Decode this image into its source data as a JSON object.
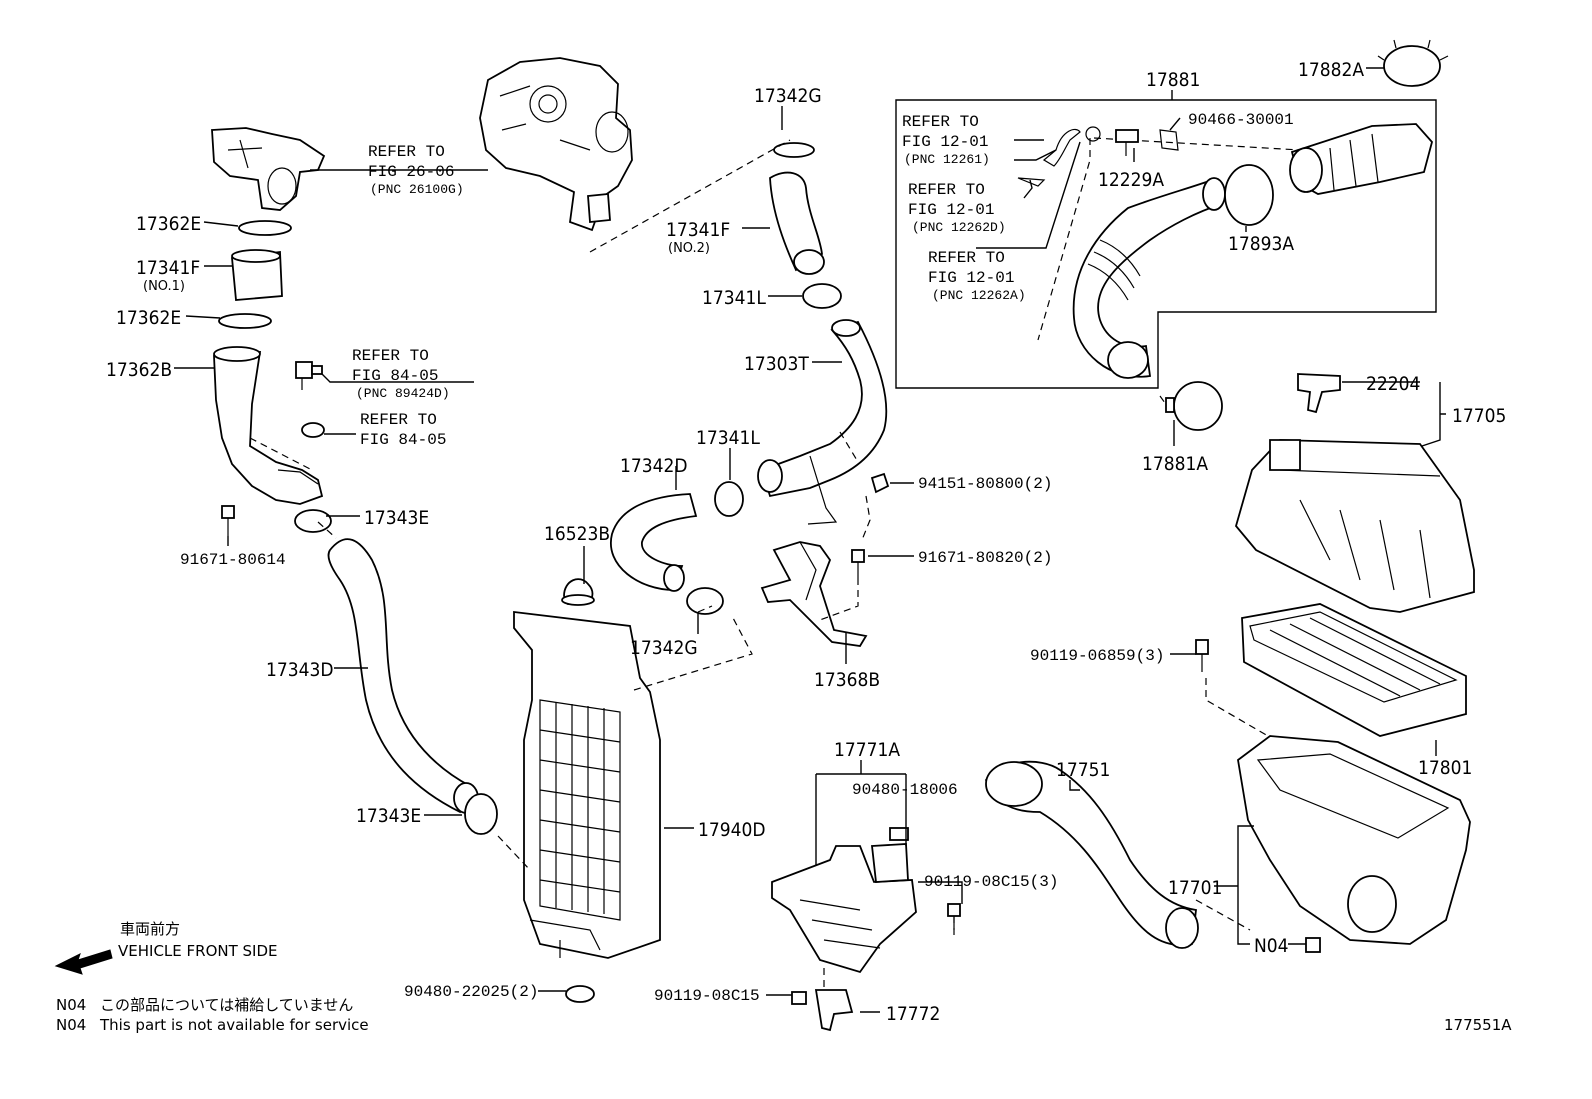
{
  "callouts": {
    "p17881": "17881",
    "p17882a": "17882A",
    "p17342g_top": "17342G",
    "p90466": "90466-30001",
    "p12229a": "12229A",
    "p17893a": "17893A",
    "p17362e_top": "17362E",
    "p17341f_no1": "17341F",
    "p17341f_no1_sub": "(NO.1)",
    "p17362e_mid": "17362E",
    "p17362b": "17362B",
    "p17341f_no2": "17341F",
    "p17341f_no2_sub": "(NO.2)",
    "p17341l_top": "17341L",
    "p17303t": "17303T",
    "p17341l_mid": "17341L",
    "p17342d": "17342D",
    "p94151": "94151-80800(2)",
    "p22204": "22204",
    "p17705": "17705",
    "p17881a": "17881A",
    "p17343e_top": "17343E",
    "p91671_80614": "91671-80614",
    "p16523b": "16523B",
    "p91671_80820": "91671-80820(2)",
    "p17343d": "17343D",
    "p17342g_low": "17342G",
    "p17368b": "17368B",
    "p90119_06859": "90119-06859(3)",
    "p17801": "17801",
    "p17771a": "17771A",
    "p90480_18006": "90480-18006",
    "p17751": "17751",
    "p17343e_low": "17343E",
    "p17940d": "17940D",
    "p90119_08c15_3": "90119-08C15(3)",
    "p17701": "17701",
    "n04": "N04",
    "p90480_22025": "90480-22025(2)",
    "p90119_08c15": "90119-08C15",
    "p17772": "17772",
    "figure_code": "177551A"
  },
  "references": {
    "r26_l1": "REFER TO",
    "r26_l2": "FIG 26-06",
    "r26_l3": "(PNC 26100G)",
    "r84a_l1": "REFER TO",
    "r84a_l2": "FIG 84-05",
    "r84a_l3": "(PNC 89424D)",
    "r84b_l1": "REFER TO",
    "r84b_l2": "FIG 84-05",
    "r12a_l1": "REFER TO",
    "r12a_l2": "FIG 12-01",
    "r12a_l3": "(PNC 12261)",
    "r12b_l1": "REFER TO",
    "r12b_l2": "FIG 12-01",
    "r12b_l3": "(PNC 12262D)",
    "r12c_l1": "REFER TO",
    "r12c_l2": "FIG 12-01",
    "r12c_l3": "(PNC 12262A)"
  },
  "legend": {
    "front_jp": "車両前方",
    "front_en": "VEHICLE FRONT SIDE",
    "note1_code": "N04",
    "note1_text": "この部品については補給していません",
    "note2_code": "N04",
    "note2_text": "This part is not available for service"
  }
}
